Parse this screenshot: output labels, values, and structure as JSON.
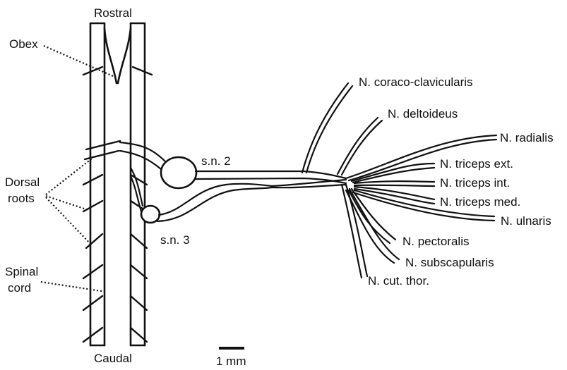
{
  "orientation": {
    "top": "Rostral",
    "bottom": "Caudal"
  },
  "cord_labels": {
    "obex": "Obex",
    "dorsal_roots_line1": "Dorsal",
    "dorsal_roots_line2": "roots",
    "spinal_cord_line1": "Spinal",
    "spinal_cord_line2": "cord"
  },
  "spinal_nerves": {
    "sn2": "s.n. 2",
    "sn3": "s.n. 3"
  },
  "nerve_branches": {
    "coraco_clavicularis": "N. coraco-clavicularis",
    "deltoideus": "N. deltoideus",
    "radialis": "N. radialis",
    "triceps_ext": "N. triceps ext.",
    "triceps_int": "N. triceps int.",
    "triceps_med": "N. triceps med.",
    "ulnaris": "N. ulnaris",
    "pectoralis": "N. pectoralis",
    "subscapularis": "N. subscapularis",
    "cut_thor": "N. cut. thor."
  },
  "scale_bar": {
    "label": "1 mm"
  }
}
